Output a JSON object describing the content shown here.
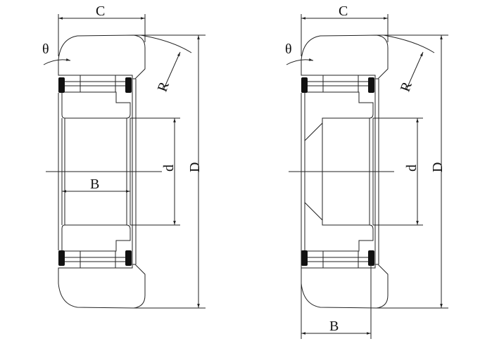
{
  "drawings": [
    {
      "name": "bearing-left",
      "labels": {
        "C": "C",
        "theta": "θ",
        "R": "R",
        "d": "d",
        "D": "D",
        "B": "B"
      }
    },
    {
      "name": "bearing-right",
      "labels": {
        "C": "C",
        "theta": "θ",
        "R": "R",
        "d": "d",
        "D": "D",
        "B": "B"
      }
    }
  ],
  "colors": {
    "line": "#222222",
    "seal": "#111111",
    "background": "#ffffff"
  }
}
